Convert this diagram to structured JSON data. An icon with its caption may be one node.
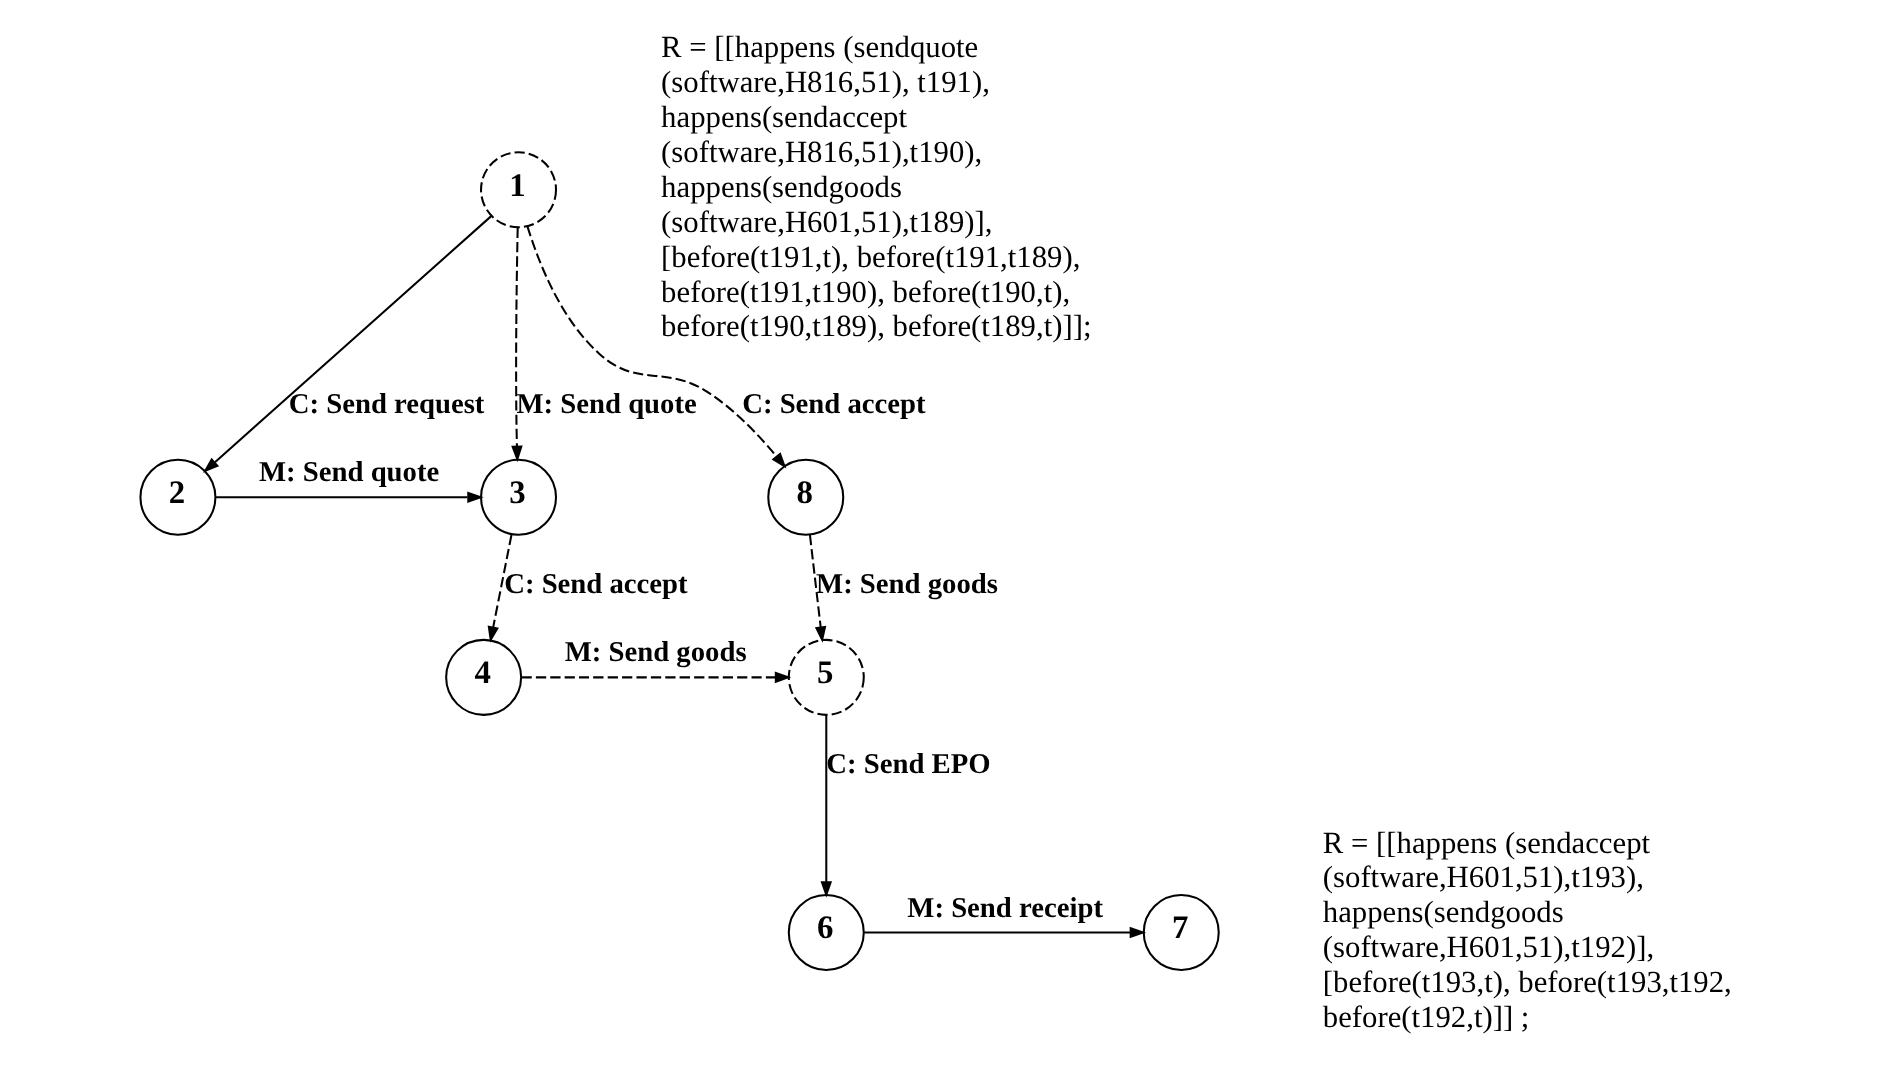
{
  "diagram": {
    "nodes": [
      {
        "text": [
          "1"
        ]
      },
      {
        "text": [
          "2"
        ]
      },
      {
        "text": [
          "3"
        ]
      },
      {
        "text": [
          "4"
        ]
      },
      {
        "text": [
          "5"
        ]
      },
      {
        "text": [
          "6"
        ]
      },
      {
        "text": [
          "7"
        ]
      },
      {
        "text": [
          "8"
        ]
      }
    ],
    "edges": [
      {
        "from": 0,
        "to": 1,
        "arrow": "to",
        "label": "C: Send request"
      },
      {
        "from": 0,
        "to": 2,
        "arrow": "to",
        "label": "M: Send quote",
        "style": "dashed"
      },
      {
        "from": 1,
        "to": 2,
        "arrow": "to",
        "label": "M: Send quote"
      },
      {
        "from": 0,
        "to": 7,
        "arrow": "to",
        "label": "C: Send accept",
        "style": "dashed"
      },
      {
        "from": 2,
        "to": 3,
        "arrow": "to",
        "label": "C: Send accept",
        "style": "dashed"
      },
      {
        "from": 3,
        "to": 4,
        "arrow": "to",
        "label": "M: Send goods",
        "style": "dashed"
      },
      {
        "from": 7,
        "to": 4,
        "arrow": "to",
        "label": "M: Send goods",
        "style": "dashed"
      },
      {
        "from": 4,
        "to": 5,
        "arrow": "to",
        "label": "C: Send EPO"
      },
      {
        "from": 5,
        "to": 6,
        "arrow": "to",
        "label": "M: Send receipt"
      }
    ],
    "labels": [
      "R = [[happens (sendquote (software,H816,51), t191), happens(sendaccept (software,H816,51),t190), happens(sendgoods (software,H601,51),t189)], [before(t191,t), before(t191,t189), before(t191,t190), before(t190,t), before(t190,t189), before(t189,t)]];",
      "R = [[happens (sendaccept (software,H601,51),t193), happens(sendgoods (software,H601,51),t192)], [before(t193,t), before(t193,t192, before(t192,t)]] ;"
    ]
  }
}
